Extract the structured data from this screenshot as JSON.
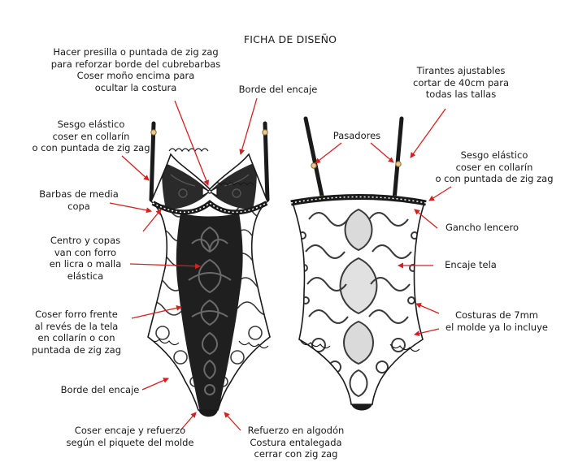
{
  "title": "FICHA DE DISEÑO",
  "colors": {
    "ink": "#1a1a1a",
    "arrow": "#d32020",
    "lace_dark": "#2e2e2e",
    "lace_mid": "#5b5b5b",
    "paper": "#ffffff"
  },
  "labels": {
    "presilla": [
      "Hacer presilla o puntada de zig zag",
      "para reforzar borde del cubrebarbas",
      "Coser moño encima para",
      "ocultar la costura"
    ],
    "borde_encaje_top": [
      "Borde del encaje"
    ],
    "tirantes": [
      "Tirantes ajustables",
      "cortar de 40cm para",
      "todas las tallas"
    ],
    "sesgo_left": [
      "Sesgo elástico",
      "coser en collarín",
      "o con puntada de zig zag"
    ],
    "pasadores": [
      "Pasadores"
    ],
    "sesgo_right": [
      "Sesgo elástico",
      "coser en collarín",
      "o con puntada de zig zag"
    ],
    "barbas": [
      "Barbas de media",
      "copa"
    ],
    "gancho": [
      "Gancho lencero"
    ],
    "centro_copas": [
      "Centro y copas",
      "van con forro",
      "en licra o malla",
      "elástica"
    ],
    "encaje_tela": [
      "Encaje tela"
    ],
    "coser_forro": [
      "Coser forro frente",
      "al revés de la tela",
      "en collarín o con",
      "puntada de zig zag"
    ],
    "costuras": [
      "Costuras de 7mm",
      "el molde ya lo incluye"
    ],
    "borde_encaje_bottom": [
      "Borde del encaje"
    ],
    "coser_encaje": [
      "Coser encaje y refuerzo",
      "según el piquete del molde"
    ],
    "refuerzo": [
      "Refuerzo en algodón",
      "Costura entalegada",
      "cerrar con zig zag"
    ]
  }
}
